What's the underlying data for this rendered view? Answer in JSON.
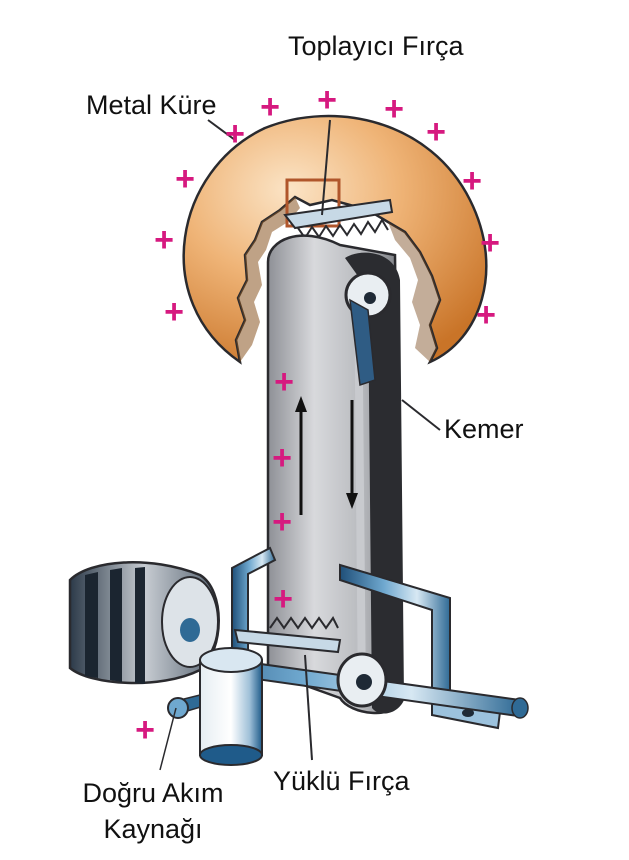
{
  "labels": {
    "collector_brush": "Toplayıcı Fırça",
    "metal_sphere": "Metal Küre",
    "belt": "Kemer",
    "charged_brush": "Yüklü Fırça",
    "dc_source_line1": "Doğru Akım",
    "dc_source_line2": "Kaynağı"
  },
  "charge_symbol": "+",
  "colors": {
    "charge": "#d6197f",
    "sphere_outer": "#d98a3c",
    "sphere_inner": "#f3c490",
    "belt": "#b7b9be",
    "belt_edge": "#2a2a2e",
    "frame": "#3f7ea8",
    "label_text": "#111111"
  },
  "icons": {
    "belt_up_arrow": "arrow-up-icon",
    "belt_down_arrow": "arrow-down-icon"
  }
}
